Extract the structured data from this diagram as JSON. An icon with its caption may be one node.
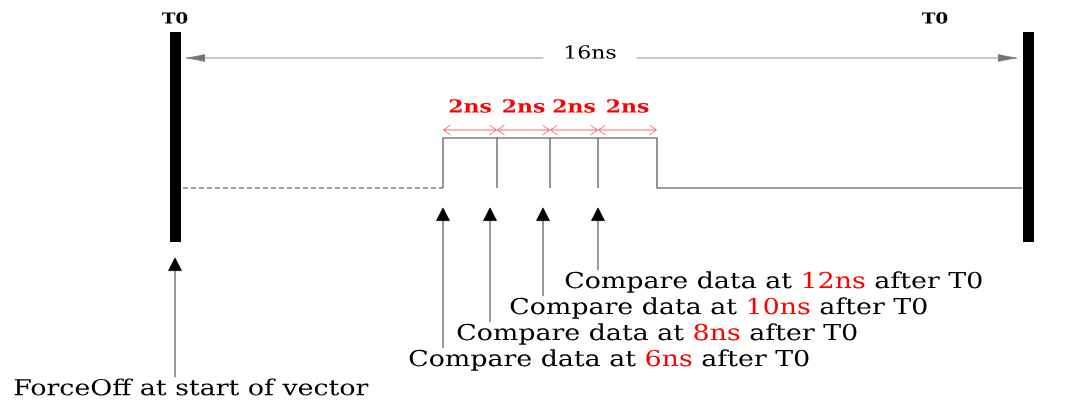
{
  "diagram": {
    "nodes": [
      {
        "text": [
          "Compare data at",
          "12ns",
          "after T0"
        ]
      },
      {
        "text": [
          "Compare data at",
          "10ns",
          "after T0"
        ]
      },
      {
        "text": [
          "Compare data at",
          "8ns",
          "after T0"
        ]
      },
      {
        "text": [
          "Compare data at",
          "6ns",
          "after T0"
        ]
      },
      {
        "text": [
          "ForceOff at start of vector"
        ]
      }
    ],
    "edges": [
      {
        "from": 0,
        "to": null,
        "arrow": "to"
      },
      {
        "from": 1,
        "to": null,
        "arrow": "to"
      },
      {
        "from": 2,
        "to": null,
        "arrow": "to"
      },
      {
        "from": 3,
        "to": null,
        "arrow": "to"
      },
      {
        "from": 4,
        "to": null,
        "arrow": "to"
      }
    ],
    "labels": [
      "T0",
      "T0",
      "16ns",
      "2ns",
      "2ns",
      "2ns",
      "2ns"
    ]
  }
}
